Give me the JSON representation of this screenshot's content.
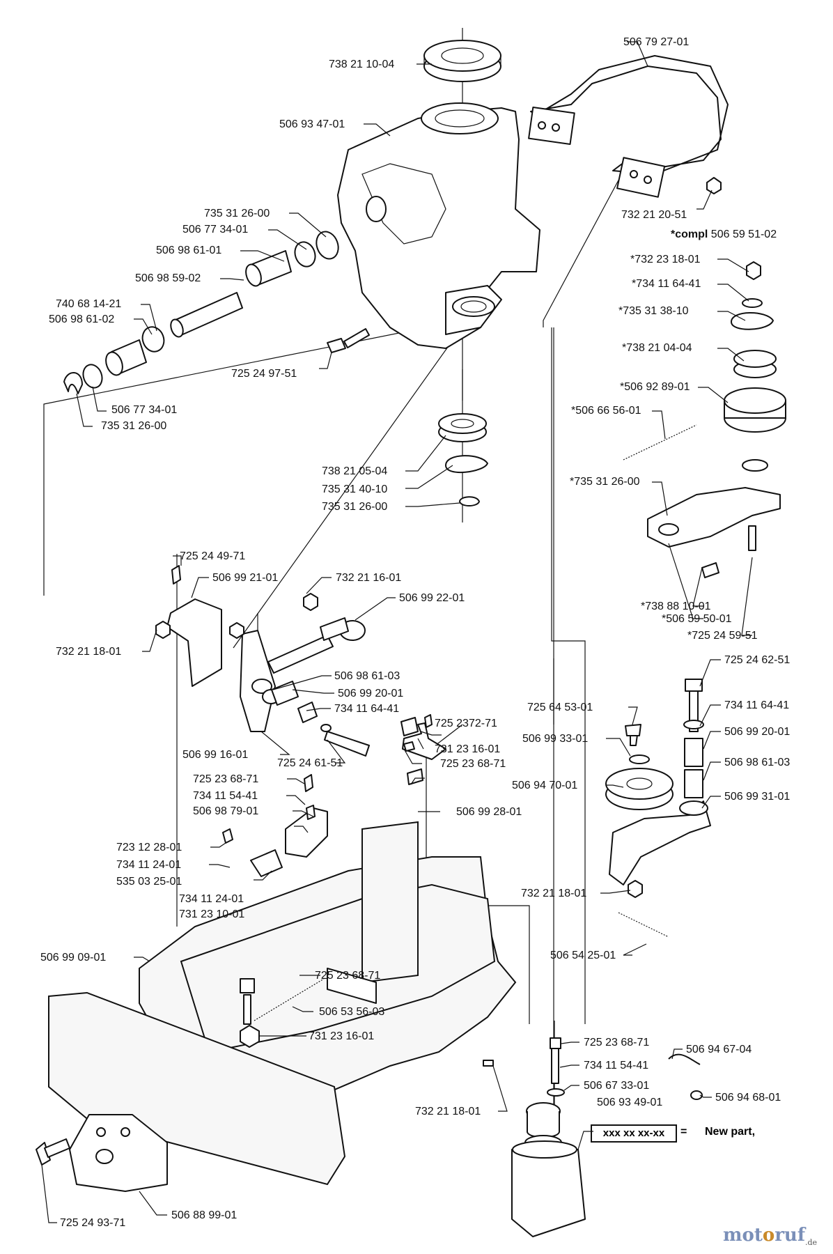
{
  "diagram": {
    "labels": [
      "506 79 27-01",
      "738 21 10-04",
      "506 93 47-01",
      "732 21 20-51",
      "735 31 26-00",
      "506 77 34-01",
      "506 98 61-01",
      "506 98 59-02",
      "740 68 14-21",
      "506 98 61-02",
      "725 24 97-51",
      "506 77 34-01",
      "735 31 26-00",
      "738 21 05-04",
      "735 31 40-10",
      "735 31 26-00",
      "*732 23 18-01",
      "*734 11 64-41",
      "*735 31 38-10",
      "*738 21 04-04",
      "*506 92 89-01",
      "*506 66 56-01",
      "*735 31 26-00",
      "*738 88 10-01",
      "*506 59 50-01",
      "*725 24 59-51",
      "725 24 49-71",
      "506 99 21-01",
      "732 21 16-01",
      "506 99 22-01",
      "732 21 18-01",
      "506 98 61-03",
      "506 99 20-01",
      "734 11 64-41",
      "506 99 16-01",
      "725 24 61-51",
      "725 24 62-51",
      "725 64 53-01",
      "734 11 64-41",
      "506 99 33-01",
      "506 99 20-01",
      "506 98 61-03",
      "506 94 70-01",
      "506 99 31-01",
      "725 2372-71",
      "731 23 16-01",
      "725 23 68-71",
      "725 23 68-71",
      "734 11 54-41",
      "506 98 79-01",
      "506 99 28-01",
      "723 12 28-01",
      "734 11 24-01",
      "535 03 25-01",
      "734 11 24-01",
      "731 23 10-01",
      "732 21 18-01",
      "506 54 25-01",
      "506 99 09-01",
      "725 23 68-71",
      "506 53 56-03",
      "731 23 16-01",
      "725 23 68-71",
      "506 94 67-04",
      "734 11 54-41",
      "506 67 33-01",
      "506 94 68-01",
      "732 21 18-01",
      "506 93 49-01",
      "725 24 93-71",
      "506 88 99-01"
    ],
    "compl": {
      "prefix": "*compl",
      "number": "506 59 51-02"
    },
    "legend": {
      "sample": "xxx xx xx-xx",
      "equals": "=",
      "text": "New part,"
    },
    "brand": {
      "name_a": "mot",
      "name_o": "o",
      "name_b": "ruf",
      "suffix": ".de"
    }
  }
}
